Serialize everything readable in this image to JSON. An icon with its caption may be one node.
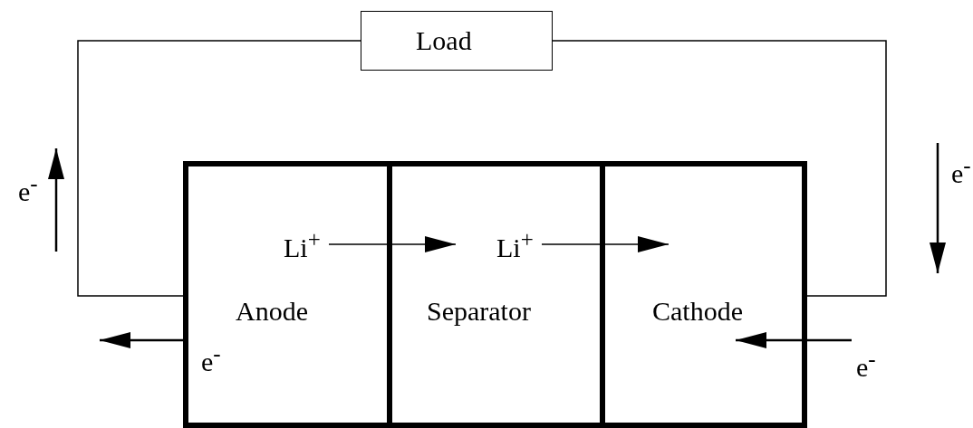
{
  "diagram": {
    "nodes": [
      {
        "text": [
          "Load"
        ]
      },
      {
        "text": [
          "Anode"
        ]
      },
      {
        "text": [
          "Separator"
        ]
      },
      {
        "text": [
          "Cathode"
        ]
      }
    ],
    "edges": [
      {
        "from": 1,
        "to": 0,
        "arrow": "none"
      },
      {
        "from": 0,
        "to": 3,
        "arrow": "none"
      },
      {
        "from": 1,
        "to": 2,
        "arrow": "to",
        "label": "Li$^{+}$"
      },
      {
        "from": 2,
        "to": 3,
        "arrow": "to",
        "label": "Li$^{+}$"
      },
      {
        "from": 1,
        "to": null,
        "arrow": "to",
        "label": "e$^{-}$"
      },
      {
        "from": null,
        "to": 3,
        "arrow": "to",
        "label": "e$^{-}$"
      }
    ],
    "labels": [
      "e$^{-}$",
      "e$^{-}$"
    ]
  }
}
